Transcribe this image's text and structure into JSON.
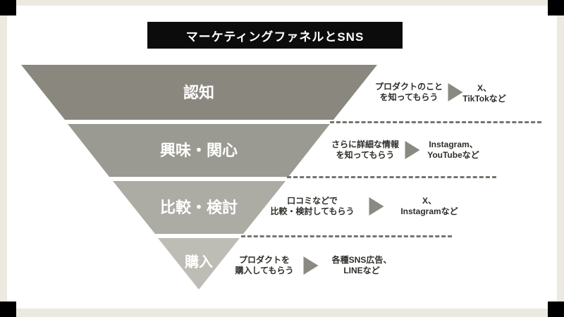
{
  "canvas": {
    "background": "#ece9e0",
    "panel_color": "#ffffff",
    "corner_mark_color": "#000000"
  },
  "title": {
    "label": "マーケティングファネルとSNS",
    "background": "#0c0c0c",
    "text_color": "#ffffff"
  },
  "funnel": {
    "label_color": "#ffffff",
    "levels": [
      {
        "label": "認知",
        "color": "#8a887e"
      },
      {
        "label": "興味・関心",
        "color": "#9b9a92"
      },
      {
        "label": "比較・検討",
        "color": "#acaba4"
      },
      {
        "label": "購入",
        "color": "#bdbcb5"
      }
    ]
  },
  "connector": {
    "dash_color": "#76746d",
    "arrow_color": "#8b8a82"
  },
  "rows": [
    {
      "description": "プロダクトのこと\nを知ってもらう",
      "sns": "X、\nTikTokなど"
    },
    {
      "description": "さらに詳細な情報\nを知ってもらう",
      "sns": "Instagram、\nYouTubeなど"
    },
    {
      "description": "口コミなどで\n比較・検討してもらう",
      "sns": "X、\nInstagramなど"
    },
    {
      "description": "プロダクトを\n購入してもらう",
      "sns": "各種SNS広告、\nLINEなど"
    }
  ]
}
